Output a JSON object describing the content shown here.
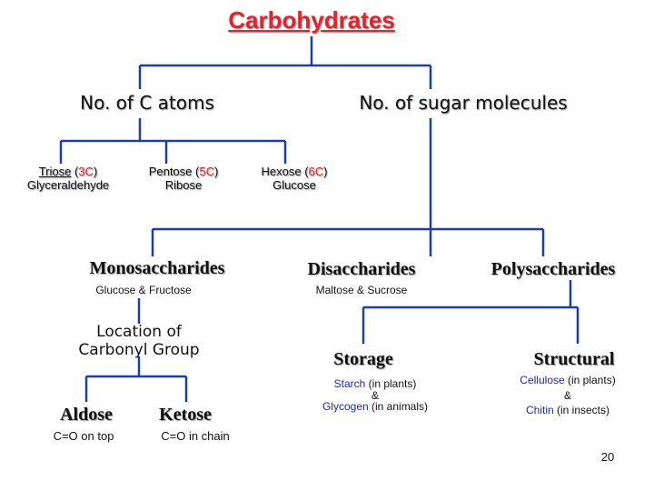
{
  "title": "Carbohydrates",
  "branch_c_atoms": "No. of C atoms",
  "branch_sugar": "No. of sugar molecules",
  "triose": {
    "name": "Triose",
    "open": " (",
    "count": "3C",
    "close": ")",
    "example": "Glyceraldehyde"
  },
  "pentose": {
    "name": "Pentose",
    "open": " (",
    "count": "5C",
    "close": ")",
    "example": "Ribose"
  },
  "hexose": {
    "name": "Hexose",
    "open": " (",
    "count": "6C",
    "close": ")",
    "example": "Glucose"
  },
  "mono": {
    "label": "Monosaccharides",
    "example": "Glucose & Fructose"
  },
  "di": {
    "label": "Disaccharides",
    "example": "Maltose & Sucrose"
  },
  "poly": {
    "label": "Polysaccharides"
  },
  "carbonyl": {
    "line1": "Location of",
    "line2": "Carbonyl Group"
  },
  "aldose": {
    "label": "Aldose",
    "note": "C=O on top"
  },
  "ketose": {
    "label": "Ketose",
    "note": "C=O in chain"
  },
  "storage": {
    "label": "Storage",
    "starch": "Starch",
    "starch_note": " (in  plants)",
    "amp": "&",
    "glycogen": "Glycogen",
    "glycogen_note": " (in  animals)"
  },
  "structural": {
    "label": "Structural",
    "cellulose": "Cellulose",
    "cellulose_note": " (in plants)",
    "amp": "&",
    "chitin": "Chitin",
    "chitin_note": " (in insects)"
  },
  "page_number": "20",
  "colors": {
    "title": "#e3242b",
    "lines": "#1a3fa8",
    "accent_red": "#e3242b",
    "blue_text": "#1b2aa8"
  }
}
